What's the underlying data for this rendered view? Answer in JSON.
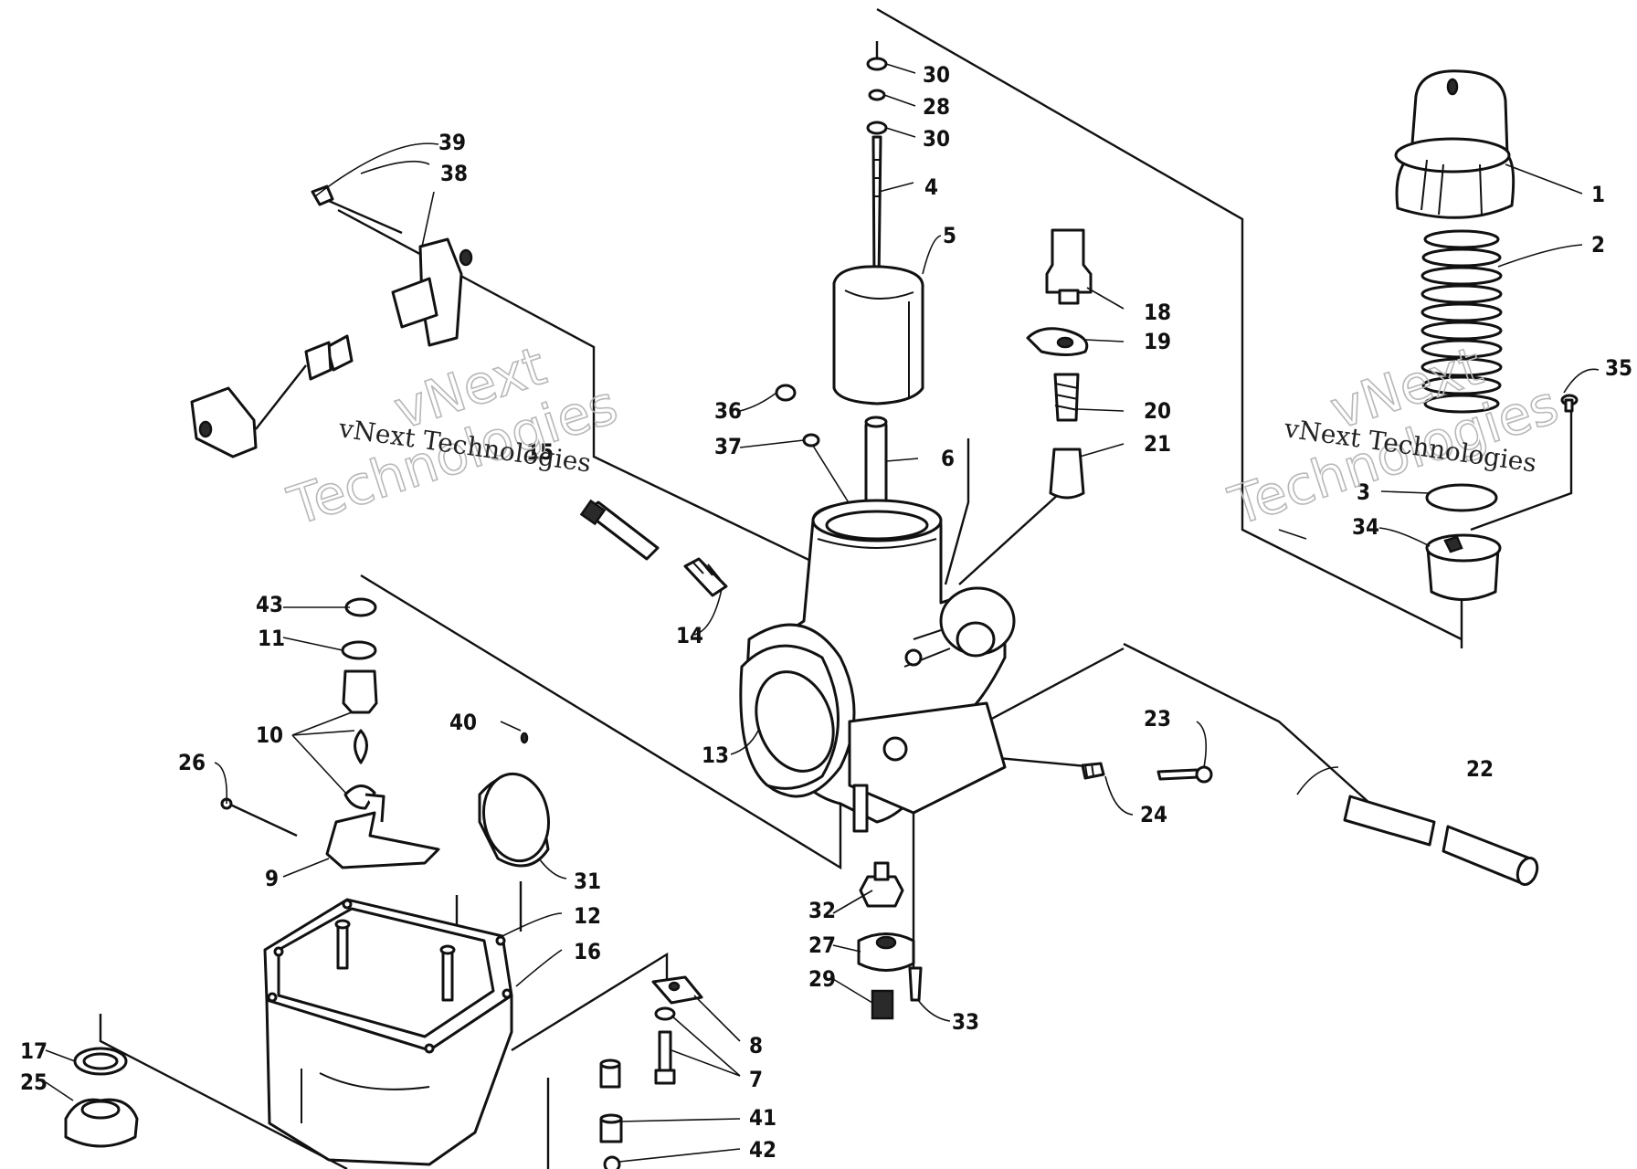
{
  "diagram": {
    "watermark": {
      "line1": "vNext",
      "line2": "Technologies",
      "caption": "vNext Technologies"
    },
    "callouts": [
      {
        "id": "1",
        "label": "1"
      },
      {
        "id": "2",
        "label": "2"
      },
      {
        "id": "3",
        "label": "3"
      },
      {
        "id": "4",
        "label": "4"
      },
      {
        "id": "5",
        "label": "5"
      },
      {
        "id": "6",
        "label": "6"
      },
      {
        "id": "7",
        "label": "7"
      },
      {
        "id": "8",
        "label": "8"
      },
      {
        "id": "9",
        "label": "9"
      },
      {
        "id": "10",
        "label": "10"
      },
      {
        "id": "11",
        "label": "11"
      },
      {
        "id": "12",
        "label": "12"
      },
      {
        "id": "13",
        "label": "13"
      },
      {
        "id": "14",
        "label": "14"
      },
      {
        "id": "15",
        "label": "15"
      },
      {
        "id": "16",
        "label": "16"
      },
      {
        "id": "17",
        "label": "17"
      },
      {
        "id": "18",
        "label": "18"
      },
      {
        "id": "19",
        "label": "19"
      },
      {
        "id": "20",
        "label": "20"
      },
      {
        "id": "21",
        "label": "21"
      },
      {
        "id": "22",
        "label": "22"
      },
      {
        "id": "23",
        "label": "23"
      },
      {
        "id": "24",
        "label": "24"
      },
      {
        "id": "25",
        "label": "25"
      },
      {
        "id": "26",
        "label": "26"
      },
      {
        "id": "27",
        "label": "27"
      },
      {
        "id": "28",
        "label": "28"
      },
      {
        "id": "29",
        "label": "29"
      },
      {
        "id": "30a",
        "label": "30"
      },
      {
        "id": "30b",
        "label": "30"
      },
      {
        "id": "31",
        "label": "31"
      },
      {
        "id": "32",
        "label": "32"
      },
      {
        "id": "33",
        "label": "33"
      },
      {
        "id": "34",
        "label": "34"
      },
      {
        "id": "35",
        "label": "35"
      },
      {
        "id": "36",
        "label": "36"
      },
      {
        "id": "37",
        "label": "37"
      },
      {
        "id": "38",
        "label": "38"
      },
      {
        "id": "39",
        "label": "39"
      },
      {
        "id": "40",
        "label": "40"
      },
      {
        "id": "41",
        "label": "41"
      },
      {
        "id": "42",
        "label": "42"
      },
      {
        "id": "43",
        "label": "43"
      }
    ]
  }
}
